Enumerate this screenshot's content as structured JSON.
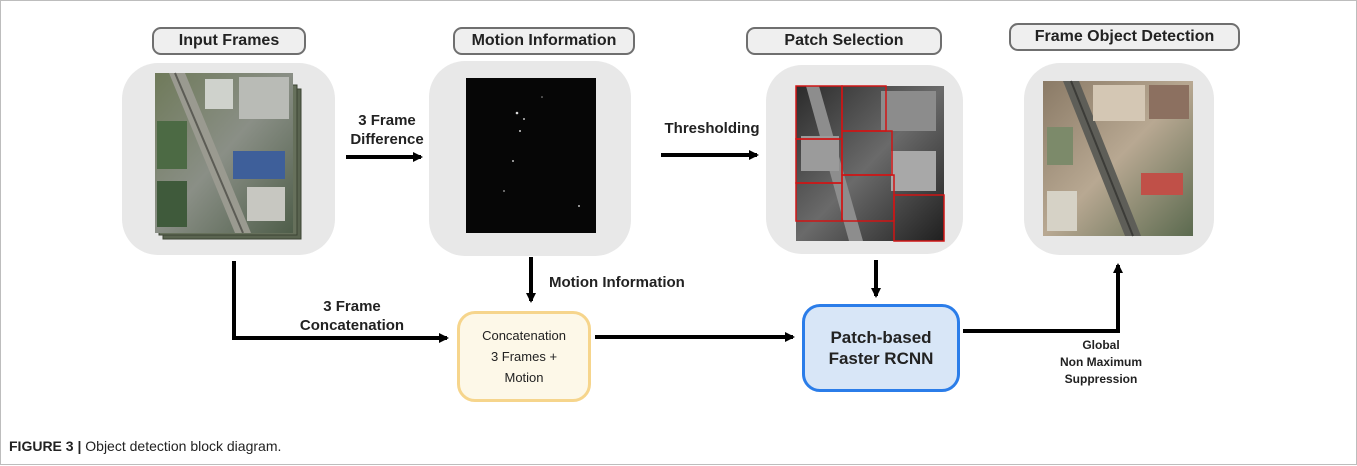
{
  "stages": {
    "input_frames": "Input Frames",
    "motion_information": "Motion Information",
    "patch_selection": "Patch Selection",
    "frame_object_detection": "Frame Object Detection"
  },
  "edges": {
    "three_frame_difference": [
      "3 Frame",
      "Difference"
    ],
    "thresholding": "Thresholding",
    "motion_information": "Motion Information",
    "three_frame_concatenation": [
      "3 Frame",
      "Concatenation"
    ],
    "global_nms": [
      "Global",
      "Non Maximum",
      "Suppression"
    ]
  },
  "boxes": {
    "concatenation": [
      "Concatenation",
      "3 Frames +",
      "Motion"
    ],
    "faster_rcnn": [
      "Patch-based",
      "Faster RCNN"
    ]
  },
  "caption": {
    "label": "FIGURE 3 |",
    "text": " Object detection block diagram."
  },
  "colors": {
    "concat_border": "#f6d58c",
    "rcnn_border": "#2b7de9",
    "patch_grid": "#d01515"
  }
}
